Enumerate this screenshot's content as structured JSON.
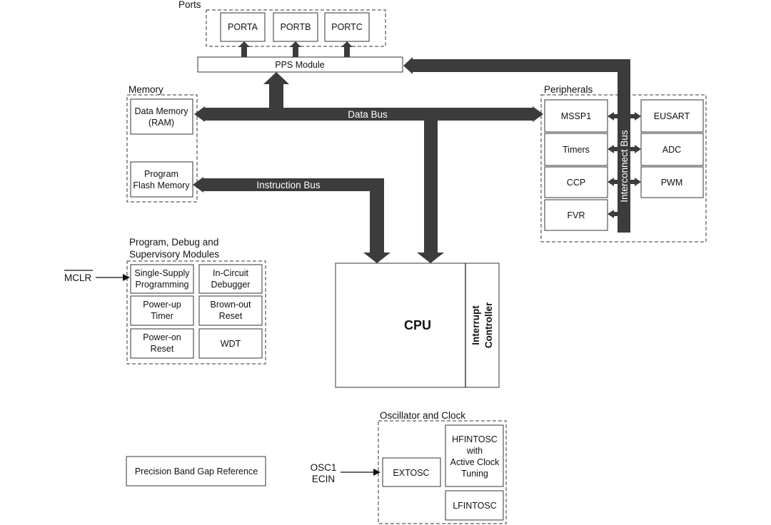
{
  "groups": {
    "ports": "Ports",
    "memory": "Memory",
    "peripherals": "Peripherals",
    "program_debug_line1": "Program, Debug and",
    "program_debug_line2": "Supervisory Modules",
    "oscillator": "Oscillator and Clock"
  },
  "ports": {
    "a": "PORTA",
    "b": "PORTB",
    "c": "PORTC"
  },
  "pps_module": "PPS Module",
  "memory": {
    "data_line1": "Data Memory",
    "data_line2": "(RAM)",
    "flash_line1": "Program",
    "flash_line2": "Flash Memory"
  },
  "buses": {
    "data": "Data Bus",
    "instruction": "Instruction Bus",
    "interconnect": "Interconnect Bus"
  },
  "peripherals": {
    "mssp1": "MSSP1",
    "eusart": "EUSART",
    "timers": "Timers",
    "adc": "ADC",
    "ccp": "CCP",
    "pwm": "PWM",
    "fvr": "FVR"
  },
  "modules": {
    "ssp_line1": "Single-Supply",
    "ssp_line2": "Programming",
    "icd_line1": "In-Circuit",
    "icd_line2": "Debugger",
    "put_line1": "Power-up",
    "put_line2": "Timer",
    "bor_line1": "Brown-out",
    "bor_line2": "Reset",
    "por_line1": "Power-on",
    "por_line2": "Reset",
    "wdt": "WDT"
  },
  "signals": {
    "mclr": "MCLR",
    "osc1": "OSC1",
    "ecin": "ECIN"
  },
  "cpu": {
    "label": "CPU",
    "interrupt_line1": "Interrupt",
    "interrupt_line2": "Controller"
  },
  "pbgr": "Precision Band Gap Reference",
  "oscillator": {
    "extosc": "EXTOSC",
    "hf_line1": "HFINTOSC",
    "hf_line2": "with",
    "hf_line3": "Active Clock",
    "hf_line4": "Tuning",
    "lfintosc": "LFINTOSC"
  }
}
